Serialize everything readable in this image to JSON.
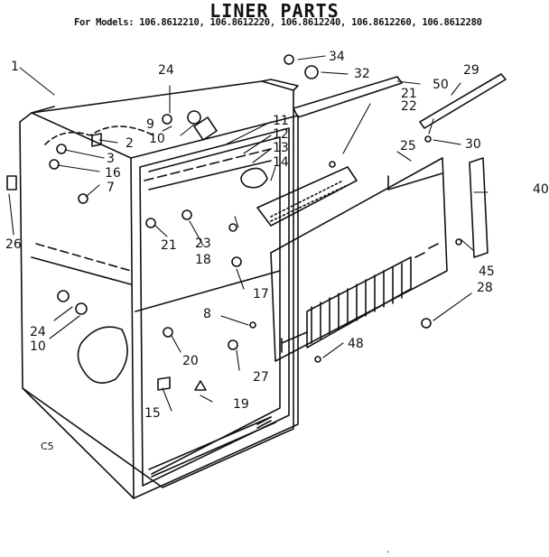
{
  "header": {
    "title": "LINER PARTS",
    "models": "For Models: 106.8612210, 106.8612220, 106.8612240, 106.8612260, 106.8612280"
  },
  "callouts": [
    "1",
    "2",
    "3",
    "7",
    "8",
    "9",
    "10",
    "10",
    "11",
    "12",
    "13",
    "14",
    "15",
    "16",
    "17",
    "18",
    "19",
    "20",
    "21",
    "21",
    "22",
    "23",
    "24",
    "24",
    "25",
    "26",
    "27",
    "28",
    "29",
    "30",
    "32",
    "34",
    "40",
    "45",
    "48",
    "50"
  ],
  "corner_code": "C5",
  "footer_mark": "."
}
